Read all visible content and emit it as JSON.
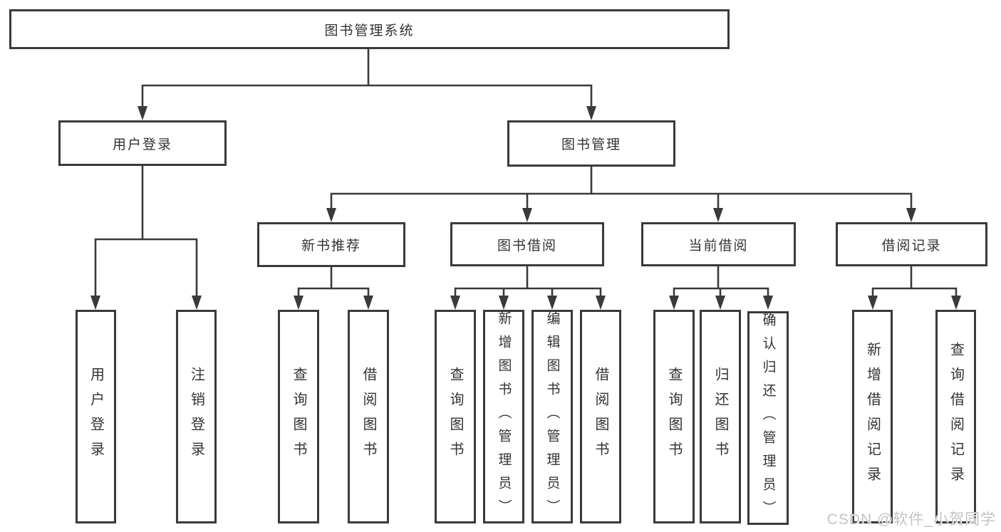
{
  "nodes": {
    "root": "图书管理系统",
    "user_login": "用户登录",
    "book_mgmt": "图书管理",
    "new_book": "新书推荐",
    "book_borrow": "图书借阅",
    "current_borrow": "当前借阅",
    "borrow_records": "借阅记录",
    "leaf_user_login": "用户登录",
    "leaf_logout": "注销登录",
    "leaf_nb_query": "查询图书",
    "leaf_nb_borrow": "借阅图书",
    "leaf_bb_query": "查询图书",
    "leaf_bb_add": "新增图书（管理员）",
    "leaf_bb_edit": "编辑图书（管理员）",
    "leaf_bb_borrow": "借阅图书",
    "leaf_cb_query": "查询图书",
    "leaf_cb_return": "归还图书",
    "leaf_cb_confirm": "确认归还（管理员）",
    "leaf_rec_add": "新增借阅记录",
    "leaf_rec_query": "查询借阅记录"
  },
  "watermark": {
    "text": "CSDN @软件_小贺同学"
  },
  "colors": {
    "line": "#3a3a3a",
    "text": "#333333",
    "watermark": "#c3c3c3",
    "background": "#ffffff"
  }
}
